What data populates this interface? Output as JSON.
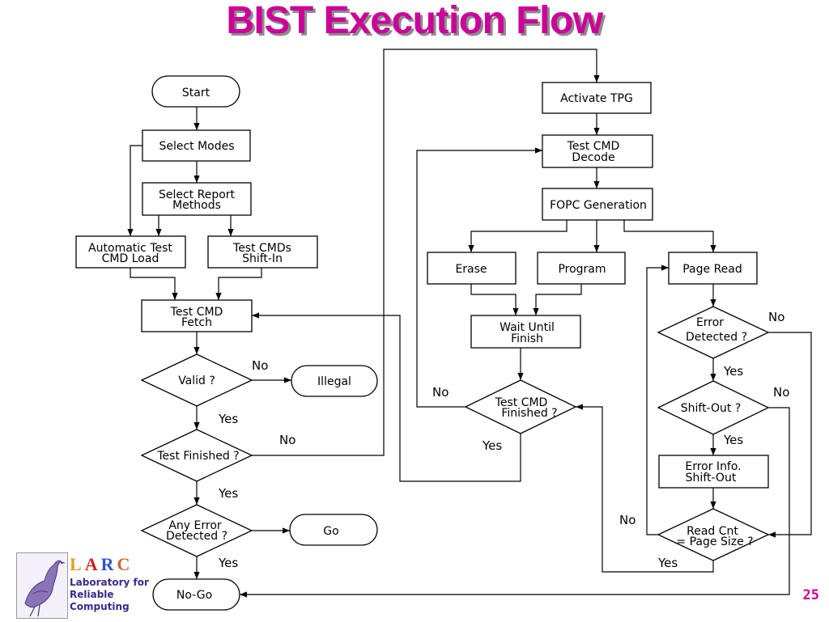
{
  "title": "BIST Execution Flow",
  "page_number": "25",
  "logo": {
    "letters": [
      "L",
      "A",
      "R",
      "C"
    ],
    "line1": "Laboratory for",
    "line2": "Reliable",
    "line3": "Computing"
  },
  "nodes": {
    "start": "Start",
    "select_modes": "Select Modes",
    "select_report_1": "Select Report",
    "select_report_2": "Methods",
    "auto_load_1": "Automatic Test",
    "auto_load_2": "CMD Load",
    "shift_in_1": "Test CMDs",
    "shift_in_2": "Shift-In",
    "fetch_1": "Test CMD",
    "fetch_2": "Fetch",
    "valid": "Valid ?",
    "illegal": "Illegal",
    "test_finished": "Test Finished ?",
    "any_error_1": "Any Error",
    "any_error_2": "Detected ?",
    "go": "Go",
    "nogo": "No-Go",
    "activate_tpg": "Activate TPG",
    "decode_1": "Test CMD",
    "decode_2": "Decode",
    "fopc": "FOPC Generation",
    "erase": "Erase",
    "program": "Program",
    "page_read": "Page Read",
    "wait_1": "Wait Until",
    "wait_2": "Finish",
    "cmd_finished_1": "Test CMD",
    "cmd_finished_2": "Finished ?",
    "error_detected_1": "Error",
    "error_detected_2": "Detected ?",
    "shift_out": "Shift-Out ?",
    "error_info_1": "Error Info.",
    "error_info_2": "Shift-Out",
    "read_cnt_1": "Read Cnt",
    "read_cnt_2": "= Page Size ?"
  },
  "edges": {
    "yes": "Yes",
    "no": "No"
  }
}
